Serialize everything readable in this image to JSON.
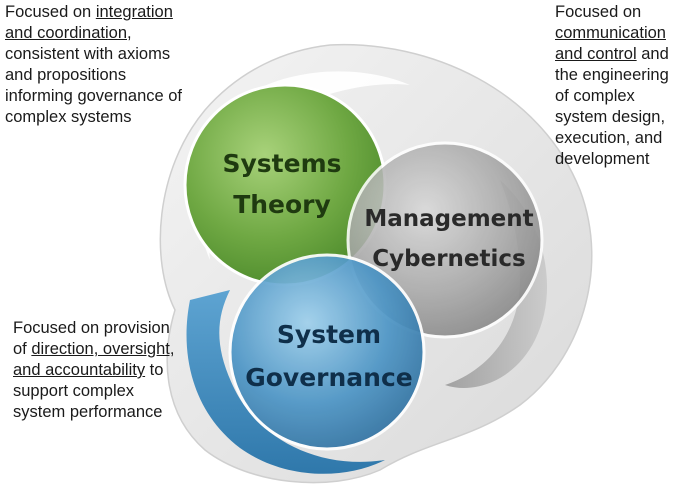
{
  "notes": {
    "top_left": {
      "pre": "Focused on ",
      "emph": "integration and coordination",
      "post": ", consistent with axioms and propositions informing governance of complex systems"
    },
    "top_right": {
      "pre": "Focused on ",
      "emph": "communication and control",
      "post": " and the engineering of complex system design, execution, and development"
    },
    "bottom_left": {
      "pre": "Focused on provision of ",
      "emph": "direction, oversight, and accountability",
      "post": " to support complex system performance"
    }
  },
  "circles": {
    "systems_theory": {
      "line1": "Systems",
      "line2": "Theory",
      "color": "#6aa33e"
    },
    "management_cybernetics": {
      "line1": "Management",
      "line2": "Cybernetics",
      "color": "#8c8c8c"
    },
    "system_governance": {
      "line1": "System",
      "line2": "Governance",
      "color": "#3f88b8"
    }
  }
}
